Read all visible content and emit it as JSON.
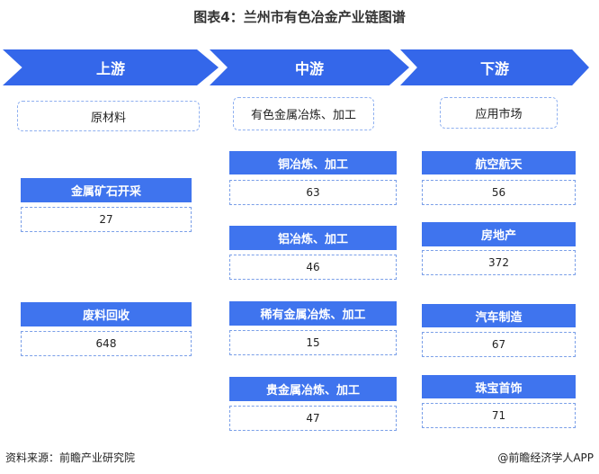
{
  "title": "图表4：兰州市有色冶金产业链图谱",
  "stages": [
    {
      "label": "上游",
      "category": "原材料"
    },
    {
      "label": "中游",
      "category": "有色金属冶炼、加工"
    },
    {
      "label": "下游",
      "category": "应用市场"
    }
  ],
  "upstream": [
    {
      "name": "金属矿石开采",
      "value": "27"
    },
    {
      "name": "废料回收",
      "value": "648"
    }
  ],
  "midstream": [
    {
      "name": "铜冶炼、加工",
      "value": "63"
    },
    {
      "name": "铝冶炼、加工",
      "value": "46"
    },
    {
      "name": "稀有金属冶炼、加工",
      "value": "15"
    },
    {
      "name": "贵金属冶炼、加工",
      "value": "47"
    }
  ],
  "downstream": [
    {
      "name": "航空航天",
      "value": "56"
    },
    {
      "name": "房地产",
      "value": "372"
    },
    {
      "name": "汽车制造",
      "value": "67"
    },
    {
      "name": "珠宝首饰",
      "value": "71"
    }
  ],
  "footer": {
    "source": "资料来源：前瞻产业研究院",
    "credit": "@前瞻经济学人APP"
  },
  "colors": {
    "accent": "#3467ea"
  }
}
